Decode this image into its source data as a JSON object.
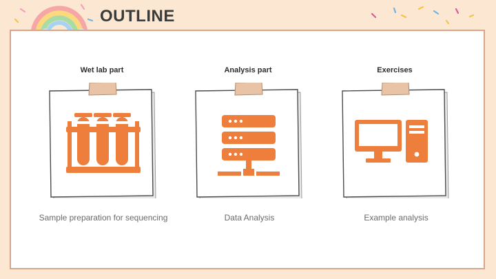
{
  "title": "OUTLINE",
  "colors": {
    "accent": "#ee7e3b",
    "panel_border": "#d6a58a",
    "background": "#fbe7d2"
  },
  "cards": [
    {
      "heading": "Wet lab part",
      "caption": "Sample preparation for sequencing",
      "icon": "test-tubes-icon"
    },
    {
      "heading": "Analysis part",
      "caption": "Data Analysis",
      "icon": "server-icon"
    },
    {
      "heading": "Exercises",
      "caption": "Example analysis",
      "icon": "desktop-computer-icon"
    }
  ]
}
